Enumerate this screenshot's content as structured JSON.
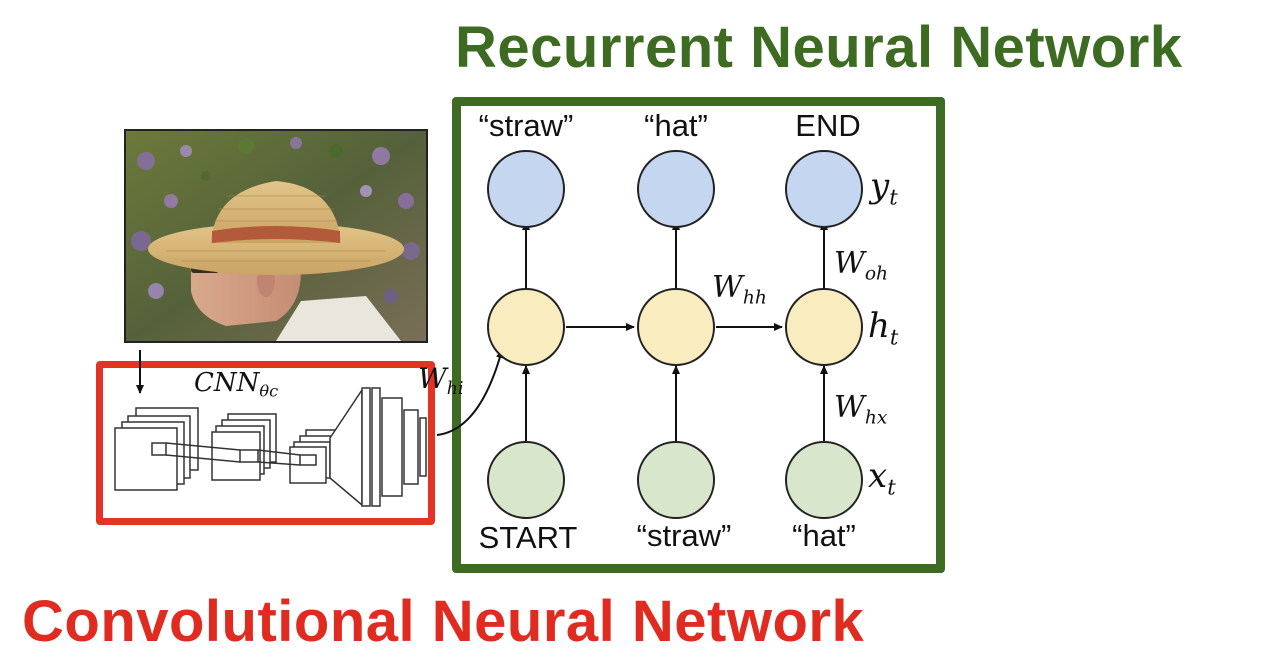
{
  "titles": {
    "rnn": "Recurrent Neural Network",
    "cnn": "Convolutional Neural Network"
  },
  "rnn": {
    "outputs": [
      "“straw”",
      "“hat”",
      "END"
    ],
    "inputs": [
      "START",
      "“straw”",
      "“hat”"
    ],
    "label_y": {
      "base": "y",
      "sub": "t"
    },
    "label_h": {
      "base": "h",
      "sub": "t"
    },
    "label_x": {
      "base": "x",
      "sub": "t"
    },
    "label_Woh": {
      "base": "W",
      "sub": "oh"
    },
    "label_Whh": {
      "base": "W",
      "sub": "hh"
    },
    "label_Whx": {
      "base": "W",
      "sub": "hx"
    },
    "label_Whi": {
      "base": "W",
      "sub": "hi"
    }
  },
  "cnn": {
    "label": {
      "base": "CNN",
      "sub": "θc"
    }
  },
  "colors": {
    "rnn_green": "#3d6b22",
    "cnn_red": "#e02b20",
    "output_node": "#c4d6f0",
    "hidden_node": "#f9edbf",
    "input_node": "#d8e7cc"
  },
  "image": {
    "subject": "man-in-straw-hat-photo"
  }
}
